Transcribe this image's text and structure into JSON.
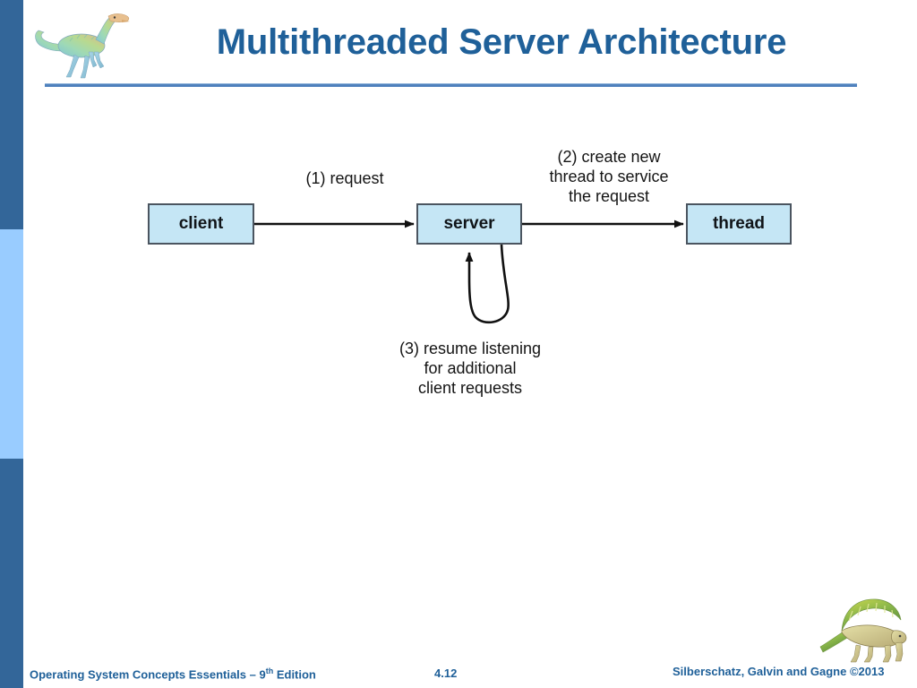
{
  "slide": {
    "title": "Multithreaded Server Architecture",
    "accent_color": "#1f6099",
    "rule_color": "#4f81bd"
  },
  "sidebar": {
    "segments": [
      {
        "name": "top",
        "color": "#336699"
      },
      {
        "name": "middle",
        "color": "#99ccff"
      },
      {
        "name": "bottom",
        "color": "#336699"
      }
    ]
  },
  "logos": {
    "top_left": "dinosaur-ornithomimid-icon",
    "bottom_right": "dinosaur-dimetrodon-icon"
  },
  "diagram": {
    "type": "flow",
    "box_fill": "#c5e6f5",
    "box_border": "#4b5560",
    "nodes": [
      {
        "id": "client",
        "label": "client"
      },
      {
        "id": "server",
        "label": "server"
      },
      {
        "id": "thread",
        "label": "thread"
      }
    ],
    "labels": {
      "step1": "(1) request",
      "step2": "(2) create new\nthread to service\nthe request",
      "step3": "(3) resume listening\nfor additional\nclient requests"
    },
    "edges": [
      {
        "from": "client",
        "to": "server",
        "label_ref": "step1"
      },
      {
        "from": "server",
        "to": "thread",
        "label_ref": "step2"
      },
      {
        "from": "server",
        "to": "server",
        "label_ref": "step3",
        "shape": "loop"
      }
    ]
  },
  "footer": {
    "book_prefix": "Operating System Concepts Essentials – 9",
    "book_sup": "th",
    "book_suffix": " Edition",
    "page": "4.12",
    "credit": "Silberschatz, Galvin and Gagne ©2013"
  }
}
